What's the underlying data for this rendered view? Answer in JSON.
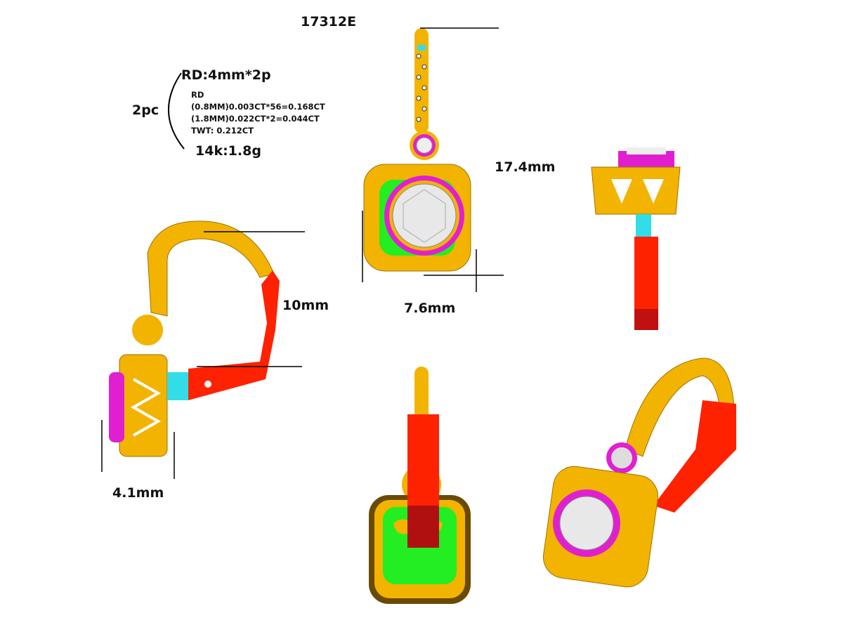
{
  "model_code": "17312E",
  "specs": {
    "quantity": "2pc",
    "center_stone": "RD:4mm*2p",
    "stone_type": "RD",
    "lines": [
      "(0.8MM)0.003CT*56=0.168CT",
      "(1.8MM)0.022CT*2=0.044CT",
      "TWT:  0.212CT"
    ],
    "metal": "14k:1.8g"
  },
  "dimensions": {
    "length": "17.4mm",
    "width": "7.6mm",
    "lever": "10mm",
    "depth": "4.1mm"
  },
  "colors": {
    "gold": "#f2b400",
    "lever": "#ff2200",
    "accent_pink": "#e020d0",
    "green": "#22ee22",
    "cyan": "#33dde8"
  }
}
